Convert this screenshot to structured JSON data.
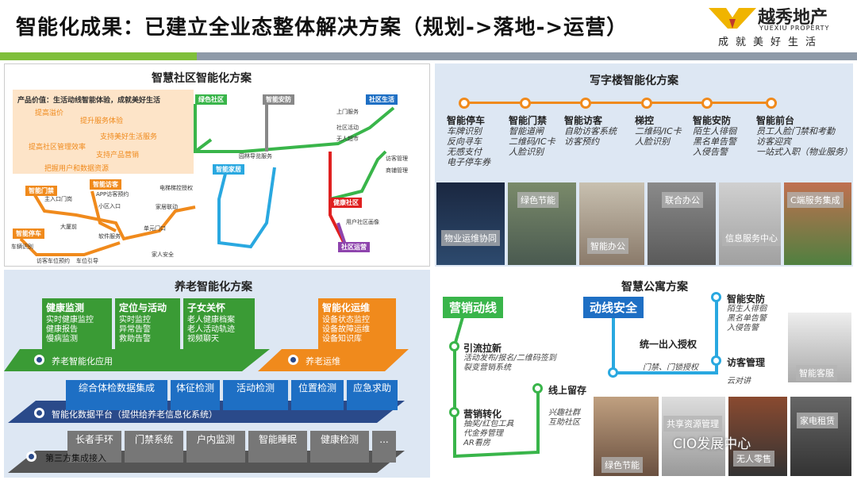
{
  "header": {
    "title": "智能化成果：已建立全业态整体解决方案（规划->落地->运营）",
    "logo_cn": "越秀地产",
    "logo_en": "YUEXIU PROPERTY",
    "slogan": "成就美好生活"
  },
  "colors": {
    "green": "#7fbf3a",
    "orange": "#f08a1c",
    "blue": "#1e6fc4",
    "accent_green": "#39b54a"
  },
  "community": {
    "title": "智慧社区智能化方案",
    "box_title": "产品价值：生活动线智能体验，成就美好生活",
    "box_items": [
      "提高溢价",
      "提升服务体验",
      "支持美好生活服务",
      "提高社区管理效率",
      "支持产品营销",
      "把握用户和数据资源"
    ],
    "tags": {
      "parking": "智能停车",
      "gate": "智能门禁",
      "visitor": "智能访客",
      "green": "绿色社区",
      "security": "智能安防",
      "home": "智能家居",
      "community_life": "社区生活",
      "health": "健康社区",
      "ops": "社区运营"
    },
    "stations": {
      "s1": "APP访客预约",
      "s2": "小区入口",
      "s3": "家居联动",
      "s4": "车辆识别",
      "s5": "访客车位预约",
      "s6": "车位引导",
      "s7": "软件服务",
      "s8": "单元门口",
      "s9": "家人安全",
      "s10": "电梯梯控授权",
      "s11": "园林导览服务",
      "s12": "主入口门岗",
      "s13": "大厦前",
      "s14": "上门服务",
      "s15": "社区活动",
      "s16": "无人超市",
      "s17": "访客管理",
      "s18": "商铺管理",
      "s19": "用户社区画像"
    }
  },
  "office": {
    "title": "写字楼智能化方案",
    "timeline": [
      {
        "head": "智能停车",
        "sub": "车牌识别\n反向寻车\n无感支付\n电子停车券"
      },
      {
        "head": "智能门禁",
        "sub": "智能道闸\n二维码/IC卡\n人脸识别"
      },
      {
        "head": "智能访客",
        "sub": "自助访客系统\n访客预约"
      },
      {
        "head": "梯控",
        "sub": "二维码/IC卡\n人脸识别"
      },
      {
        "head": "智能安防",
        "sub": "陌生人徘徊\n黑名单告警\n入侵告警"
      },
      {
        "head": "智能前台",
        "sub": "员工人脸门禁和考勤\n访客迎宾\n一站式入职（物业服务）"
      }
    ],
    "photos": [
      "物业运维协同",
      "绿色节能",
      "智能办公",
      "联合办公",
      "信息服务中心",
      "C端服务集成"
    ]
  },
  "elderly": {
    "title": "养老智能化方案",
    "cards": [
      {
        "head": "健康监测",
        "items": [
          "实时健康监控",
          "健康报告",
          "慢病监测"
        ]
      },
      {
        "head": "定位与活动",
        "items": [
          "实时监控",
          "异常告警",
          "救助告警"
        ]
      },
      {
        "head": "子女关怀",
        "items": [
          "老人健康档案",
          "老人活动轨迹",
          "视频聊天"
        ]
      },
      {
        "head": "智能化运维",
        "items": [
          "设备状态监控",
          "设备故障运维",
          "设备知识库"
        ]
      }
    ],
    "layer1": "养老智能化应用",
    "layer1b": "养老运维",
    "mid": [
      "综合体检数据集成",
      "体征检测",
      "活动检测",
      "位置检测",
      "应急求助"
    ],
    "layer2": "智能化数据平台（提供给养老信息化系统）",
    "bottom": [
      "长者手环",
      "门禁系统",
      "户内监测",
      "智能睡眠",
      "健康检测",
      "..."
    ],
    "layer3": "第三方集成接入"
  },
  "apartment": {
    "title": "智慧公寓方案",
    "marketing": "营销动线",
    "safety": "动线安全",
    "m1_head": "引流拉新",
    "m1_sub": "活动发布/报名/二维码签到\n裂变营销系统",
    "m2_head": "营销转化",
    "m2_sub": "抽奖/红包工具\n代金券管理\nAR看房",
    "m3_head": "线上留存",
    "m3_sub": "兴趣社群\n互助社区",
    "s1_head": "统一出入授权",
    "s1_sub": "门禁、门锁授权",
    "s2_head": "智能安防",
    "s2_sub": "陌生人徘徊\n黑名单告警\n入侵告警",
    "s3_head": "访客管理",
    "s3_sub": "云对讲",
    "photos": [
      "智能客服",
      "共享资源管理",
      "家电租赁",
      "绿色节能",
      "无人零售"
    ],
    "watermark": "CIO发展中心"
  }
}
